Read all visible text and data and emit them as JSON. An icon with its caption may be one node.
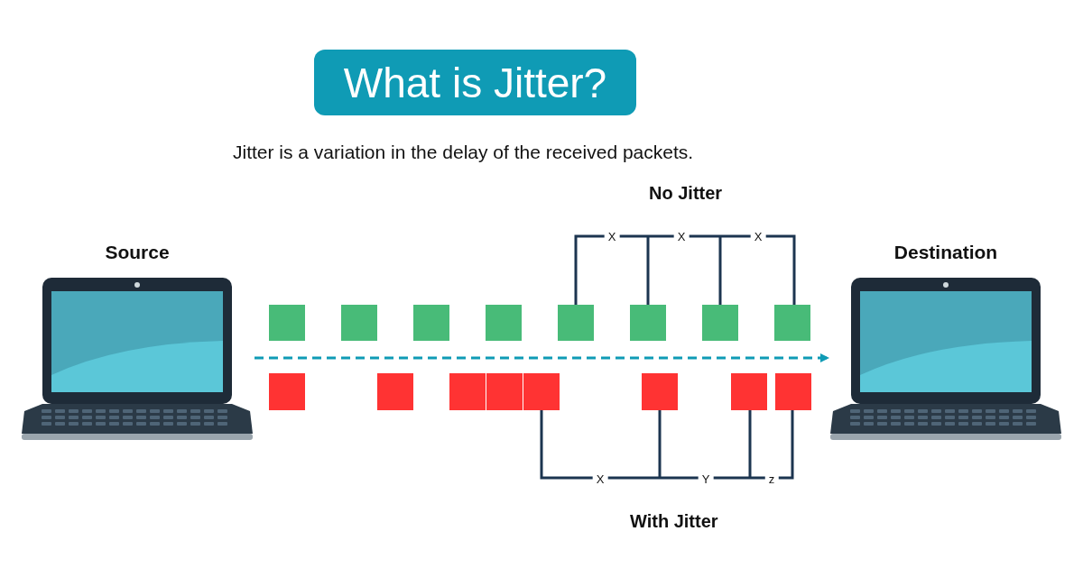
{
  "diagram": {
    "title": "What is Jitter?",
    "nodes": [
      {
        "text": [
          "Source"
        ]
      },
      {
        "text": [
          "Destination"
        ]
      }
    ],
    "edges": [
      {
        "from": 0,
        "to": 1,
        "arrow": "to",
        "style": "dashed"
      }
    ],
    "labels": [
      "Jitter is a variation in the delay of the received packets.",
      "No Jitter",
      "X",
      "X",
      "X",
      "X",
      "Y",
      "z",
      "With Jitter"
    ]
  }
}
